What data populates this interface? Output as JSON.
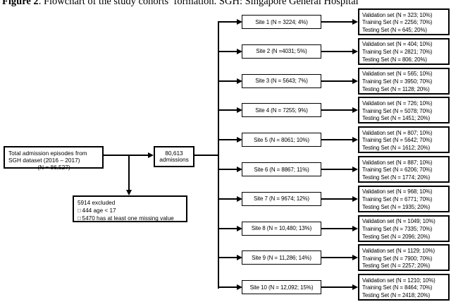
{
  "title": {
    "figure_label": "Figure 2",
    "rest": ". Flowchart of the study cohorts’ formation. SGH: Singapore General Hospital"
  },
  "colors": {
    "line": "#000000",
    "background": "#ffffff"
  },
  "flowchart": {
    "total_box": {
      "lines": [
        "Total admission episodes from",
        "SGH dataset (2016 – 2017)",
        "(N = 86,527)"
      ]
    },
    "admissions_box": {
      "lines": [
        "80,613",
        "admissions"
      ]
    },
    "excluded_box": {
      "title": "5914 excluded",
      "bullet": "□",
      "items": [
        "444 age < 17",
        "5470 has at least one missing value"
      ]
    },
    "sites": [
      {
        "label": "Site 1 (N = 3224; 4%)",
        "split": [
          "Validation set (N = 323; 10%)",
          "Training Set (N = 2256; 70%)",
          "Testing Set (N = 645; 20%)"
        ]
      },
      {
        "label": "Site 2 (N =4031; 5%)",
        "split": [
          "Validation set (N = 404; 10%)",
          "Training Set (N = 2821; 70%)",
          "Testing Set (N = 806; 20%)"
        ]
      },
      {
        "label": "Site 3 (N = 5643; 7%)",
        "split": [
          "Validation set (N = 565; 10%)",
          "Training Set (N = 3950; 70%)",
          "Testing Set (N = 1128; 20%)"
        ]
      },
      {
        "label": "Site 4 (N = 7255; 9%)",
        "split": [
          "Validation set (N = 726; 10%)",
          "Training Set (N = 5078; 70%)",
          "Testing Set (N = 1451; 20%)"
        ]
      },
      {
        "label": "Site 5 (N = 8061; 10%)",
        "split": [
          "Validation set (N = 807; 10%)",
          "Training Set (N = 5642; 70%)",
          "Testing Set (N = 1612; 20%)"
        ]
      },
      {
        "label": "Site 6 (N = 8867; 11%)",
        "split": [
          "Validation set (N = 887; 10%)",
          "Training Set (N = 6206; 70%)",
          "Testing Set (N = 1774; 20%)"
        ]
      },
      {
        "label": "Site 7 (N = 9674; 12%)",
        "split": [
          "Validation set (N = 968; 10%)",
          "Training Set (N = 6771; 70%)",
          "Testing Set (N = 1935; 20%)"
        ]
      },
      {
        "label": "Site 8 (N = 10,480; 13%)",
        "split": [
          "Validation set (N = 1049; 10%)",
          "Training Set (N = 7335; 70%)",
          "Testing Set (N = 2096; 20%)"
        ]
      },
      {
        "label": "Site 9 (N = 11,286; 14%)",
        "split": [
          "Validation set (N = 1129; 10%)",
          "Training Set (N = 7900; 70%)",
          "Testing Set (N = 2257; 20%)"
        ]
      },
      {
        "label": "Site 10 (N = 12,092; 15%)",
        "split": [
          "Validation set (N = 1210; 10%)",
          "Training Set (N = 8464; 70%)",
          "Testing Set (N = 2418; 20%)"
        ]
      }
    ]
  }
}
